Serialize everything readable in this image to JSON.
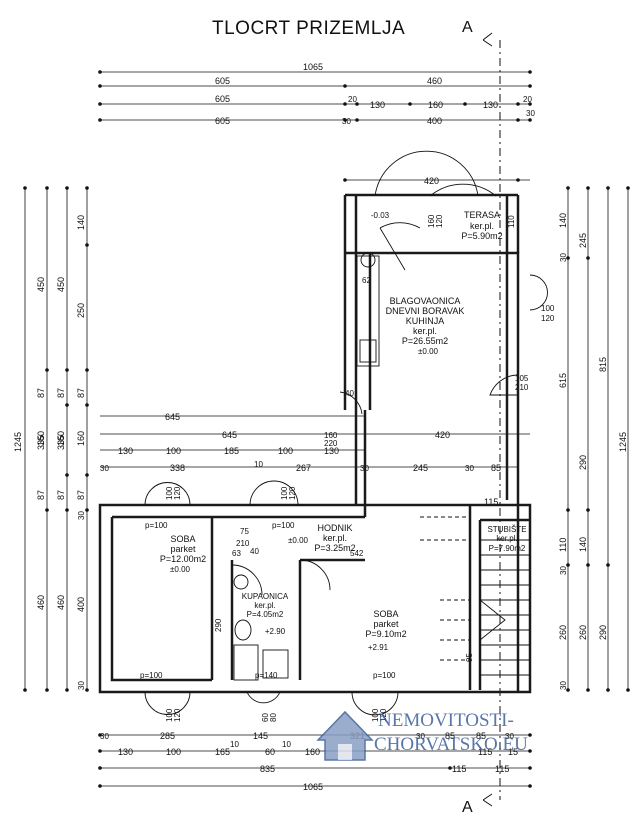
{
  "title": "TLOCRT PRIZEMLJA",
  "section_mark": "A",
  "colors": {
    "line": "#111111",
    "wall": "#2a2a2a",
    "watermark": "#3b5f9a",
    "watermark_house": "#8a9fc4"
  },
  "watermark": {
    "line1": "NEMOVITOSTI-",
    "line2": "CHORVATSKO.EU"
  },
  "dims": {
    "top1": {
      "total": "1065"
    },
    "top2": [
      "605",
      "460"
    ],
    "top3": [
      "605",
      "20",
      "130",
      "160",
      "130",
      "20"
    ],
    "top4": [
      "605",
      "30",
      "400",
      "30"
    ],
    "terrace_top": "420",
    "mid_row1": [
      "645"
    ],
    "mid_row2": [
      "645",
      "420"
    ],
    "mid_row3": [
      "130",
      "100",
      "185",
      "100",
      "130"
    ],
    "mid_row4": [
      "30",
      "338",
      "10",
      "267",
      "30",
      "245",
      "30",
      "85"
    ],
    "mid_small": [
      "160",
      "220",
      "115",
      "115"
    ],
    "bottom1": [
      "30",
      "285",
      "10",
      "145",
      "10",
      "321",
      "30",
      "85",
      "85",
      "30"
    ],
    "bottom2": [
      "130",
      "100",
      "165",
      "60",
      "160",
      "115",
      "15"
    ],
    "bottom3": [
      "835",
      "115",
      "115"
    ],
    "bottom4": "1065",
    "left": [
      "1245",
      "335",
      "450",
      "87",
      "160",
      "87",
      "460",
      "335",
      "450",
      "87",
      "160",
      "87",
      "460"
    ],
    "left_inner": [
      "140",
      "250",
      "87",
      "160",
      "87",
      "30",
      "400",
      "30"
    ],
    "right_outer": [
      "1245",
      "815",
      "245",
      "615",
      "290",
      "260",
      "290"
    ],
    "right_inner": [
      "140",
      "30",
      "100",
      "120",
      "105",
      "210",
      "110",
      "140",
      "30",
      "260",
      "30"
    ],
    "window_marks": [
      "100",
      "120",
      "100",
      "120",
      "100",
      "120",
      "60",
      "80",
      "100",
      "120",
      "100",
      "120"
    ],
    "window_labels": [
      "160",
      "120",
      "110",
      "160",
      "105",
      "210",
      "40",
      "105",
      "100",
      "120",
      "160",
      "220"
    ]
  },
  "rooms": {
    "terasa": {
      "name": "TERASA",
      "floor": "ker.pl.",
      "area": "P=5.90m2",
      "level": "-0.03"
    },
    "dnevni": {
      "name1": "BLAGOVAONICA",
      "name2": "DNEVNI BORAVAK",
      "name3": "KUHINJA",
      "floor": "ker.pl.",
      "area": "P=26.55m2",
      "level": "±0.00"
    },
    "soba1": {
      "name": "SOBA",
      "floor": "parket",
      "area": "P=12.00m2",
      "level": "±0.00"
    },
    "hodnik": {
      "name": "HODNIK",
      "floor": "ker.pl.",
      "area": "P=3.25m2",
      "level": "±0.00"
    },
    "kupaonica": {
      "name": "KUPAONICA",
      "floor": "ker.pl.",
      "area": "P=4.05m2",
      "level": "+2.90"
    },
    "soba2": {
      "name": "SOBA",
      "floor": "parket",
      "area": "P=9.10m2",
      "level": "+2.91"
    },
    "stubiste": {
      "name": "STUBIŠTE",
      "floor": "ker.pl.",
      "area": "P=7.90m2"
    }
  },
  "parapets": [
    "p=100",
    "p=100",
    "p=100",
    "p=140",
    "p=100"
  ],
  "misc": {
    "dim_542": "542",
    "dim_62": "62",
    "dim_75": "75",
    "dim_210": "210",
    "dim_40": "40",
    "dim_63": "63",
    "dim_290": "290",
    "dim_95": "95"
  }
}
